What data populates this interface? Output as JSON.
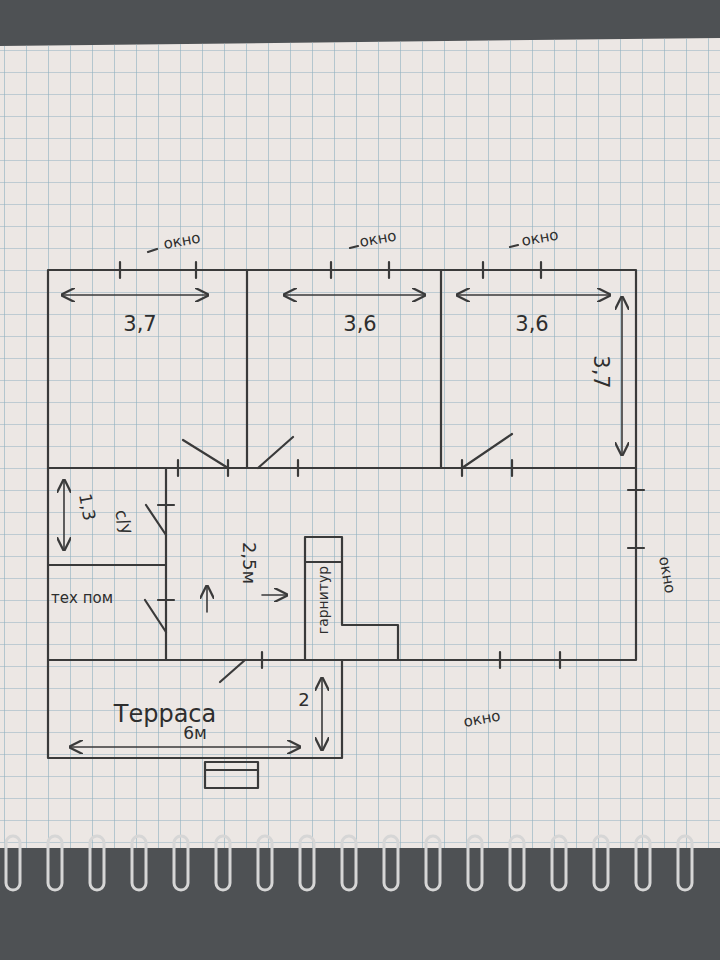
{
  "diagram": {
    "nodes": [
      {
        "text": [
          "3,7"
        ]
      },
      {
        "text": [
          "3,6"
        ]
      },
      {
        "text": [
          "3,6",
          "3,7"
        ]
      },
      {
        "text": [
          "1,3",
          "с/у"
        ]
      },
      {
        "text": [
          "тех пом"
        ]
      },
      {
        "text": [
          "2,5м"
        ]
      },
      {
        "text": [
          "гарнитур"
        ],
        "in": 5
      },
      {
        "text": [
          "Терраса",
          "6м",
          "2"
        ]
      }
    ],
    "labels": [
      "окно",
      "окно",
      "окно",
      "окно",
      "окно"
    ]
  }
}
